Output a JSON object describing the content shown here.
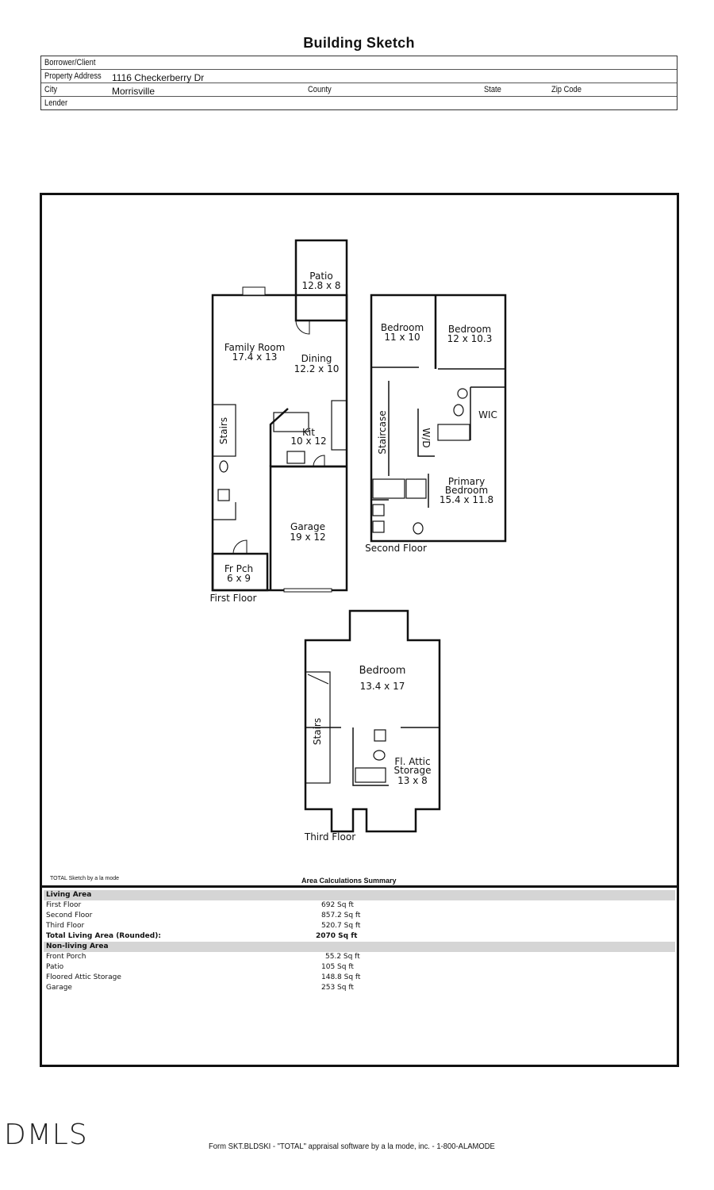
{
  "title": "Building Sketch",
  "header": {
    "borrower_label": "Borrower/Client",
    "borrower_value": "",
    "address_label": "Property Address",
    "address_value": "1116 Checkerberry Dr",
    "city_label": "City",
    "city_value": "Morrisville",
    "county_label": "County",
    "state_label": "State",
    "zip_label": "Zip Code",
    "lender_label": "Lender"
  },
  "sketch": {
    "first_floor": {
      "label": "First Floor",
      "rooms": [
        {
          "name": "Patio",
          "dims": "12.8 x 8"
        },
        {
          "name": "Family Room",
          "dims": "17.4 x 13"
        },
        {
          "name": "Dining",
          "dims": "12.2 x 10"
        },
        {
          "name": "Kit",
          "dims": "10 x 12"
        },
        {
          "name": "Stairs",
          "dims": ""
        },
        {
          "name": "Garage",
          "dims": "19 x 12"
        },
        {
          "name": "Fr Pch",
          "dims": "6 x 9"
        }
      ]
    },
    "second_floor": {
      "label": "Second Floor",
      "rooms": [
        {
          "name": "Bedroom",
          "dims": "11 x 10"
        },
        {
          "name": "Bedroom",
          "dims": "12 x 10.3"
        },
        {
          "name": "WIC",
          "dims": ""
        },
        {
          "name": "Staircase",
          "dims": ""
        },
        {
          "name": "W/D",
          "dims": ""
        },
        {
          "name": "Primary",
          "name2": "Bedroom",
          "dims": "15.4 x 11.8"
        }
      ]
    },
    "third_floor": {
      "label": "Third Floor",
      "rooms": [
        {
          "name": "Bedroom",
          "dims": "13.4 x 17"
        },
        {
          "name": "Stairs",
          "dims": ""
        },
        {
          "name": "Fl. Attic",
          "name2": "Storage",
          "dims": "13 x 8"
        }
      ]
    }
  },
  "sketch_credit": "TOTAL Sketch by a la mode",
  "summary": {
    "title": "Area Calculations Summary",
    "living_header": "Living Area",
    "living": [
      {
        "name": "First Floor",
        "value": "692 Sq ft"
      },
      {
        "name": "Second Floor",
        "value": "857.2 Sq ft"
      },
      {
        "name": "Third Floor",
        "value": "520.7 Sq ft"
      }
    ],
    "total_label": "Total Living Area (Rounded):",
    "total_value": "2070 Sq ft",
    "nonliving_header": "Non-living Area",
    "nonliving": [
      {
        "name": "Front Porch",
        "value": "55.2 Sq ft"
      },
      {
        "name": "Patio",
        "value": "105 Sq ft"
      },
      {
        "name": "Floored Attic Storage",
        "value": "148.8 Sq ft"
      },
      {
        "name": "Garage",
        "value": "253 Sq ft"
      }
    ]
  },
  "logo": "DMLS",
  "footer": "Form SKT.BLDSKI - \"TOTAL\" appraisal software by a la mode, inc. - 1-800-ALAMODE"
}
